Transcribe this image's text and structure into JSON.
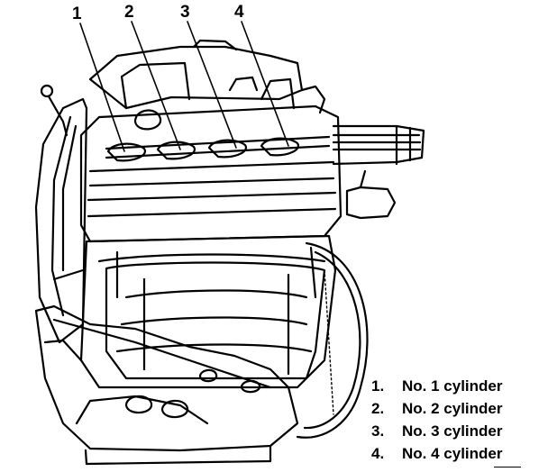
{
  "callouts": [
    "1",
    "2",
    "3",
    "4"
  ],
  "legend": [
    {
      "number": "1.",
      "label": "No. 1 cylinder"
    },
    {
      "number": "2.",
      "label": "No. 2 cylinder"
    },
    {
      "number": "3.",
      "label": "No. 3 cylinder"
    },
    {
      "number": "4.",
      "label": "No. 4 cylinder"
    }
  ]
}
